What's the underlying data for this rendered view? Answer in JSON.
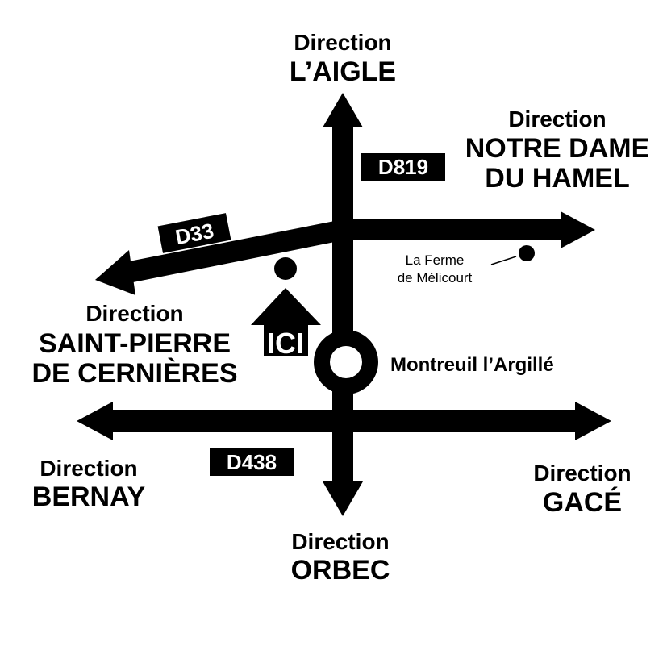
{
  "map": {
    "colors": {
      "road": "#000000",
      "background": "#ffffff",
      "label_text": "#ffffff"
    },
    "directions": {
      "north": {
        "line1": "Direction",
        "line2": "L’AIGLE"
      },
      "northeast": {
        "line1": "Direction",
        "line2": "NOTRE DAME",
        "line3": "DU HAMEL"
      },
      "west": {
        "line1": "Direction",
        "line2": "SAINT-PIERRE",
        "line3": "DE CERNIÈRES"
      },
      "southwest": {
        "line1": "Direction",
        "line2": "BERNAY"
      },
      "south": {
        "line1": "Direction",
        "line2": "ORBEC"
      },
      "southeast": {
        "line1": "Direction",
        "line2": "GACÉ"
      }
    },
    "roads": {
      "d819": "D819",
      "d33": "D33",
      "d438": "D438"
    },
    "places": {
      "roundabout": "Montreuil l’Argillé",
      "farm_line1": "La Ferme",
      "farm_line2": "de Mélicourt"
    },
    "marker": {
      "label": "ICI",
      "icon": "house-icon"
    }
  }
}
